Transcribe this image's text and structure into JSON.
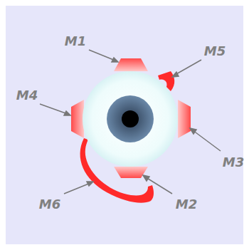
{
  "diagram": {
    "labels": [
      "M1",
      "M5",
      "M4",
      "M3",
      "M6",
      "M2"
    ]
  }
}
